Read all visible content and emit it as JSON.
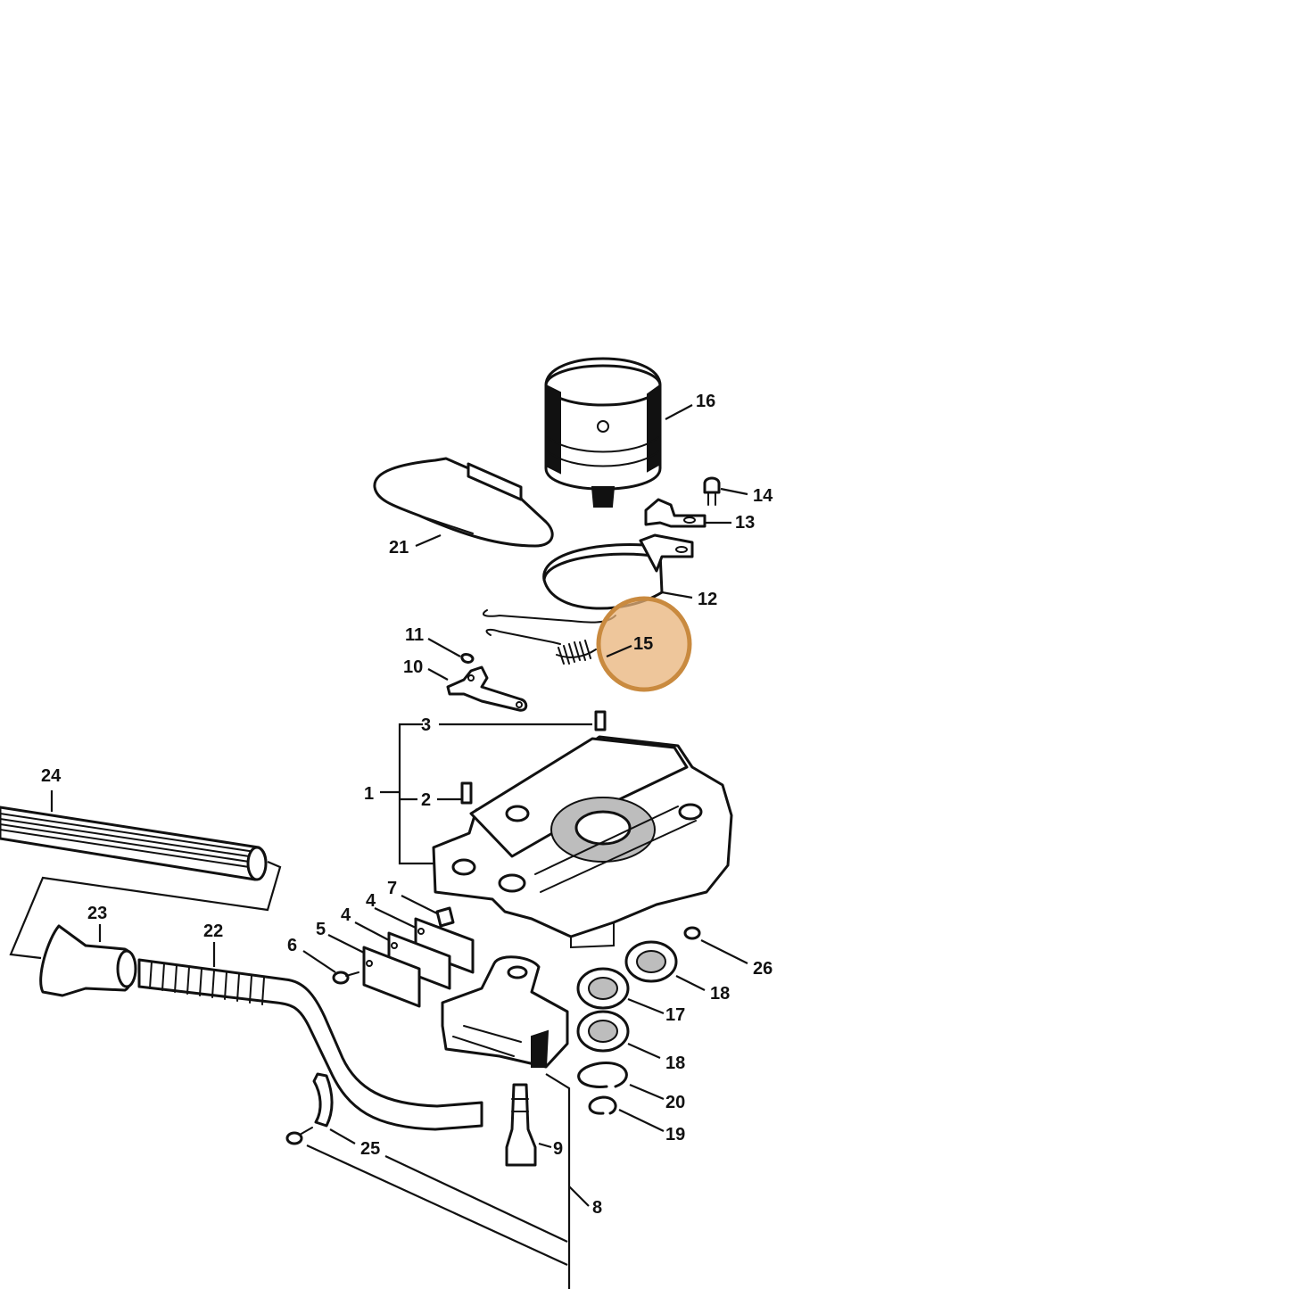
{
  "highlight": {
    "color": "#c98a3f",
    "fill": "#e8b37a",
    "callout": "15"
  },
  "callouts": {
    "c1": "1",
    "c2": "2",
    "c3": "3",
    "c4a": "4",
    "c4b": "4",
    "c5": "5",
    "c6": "6",
    "c7": "7",
    "c8": "8",
    "c9": "9",
    "c10": "10",
    "c11": "11",
    "c12": "12",
    "c13": "13",
    "c14": "14",
    "c15": "15",
    "c16": "16",
    "c17": "17",
    "c18a": "18",
    "c18b": "18",
    "c19": "19",
    "c20": "20",
    "c21": "21",
    "c22": "22",
    "c23": "23",
    "c24": "24",
    "c25": "25",
    "c26": "26"
  }
}
